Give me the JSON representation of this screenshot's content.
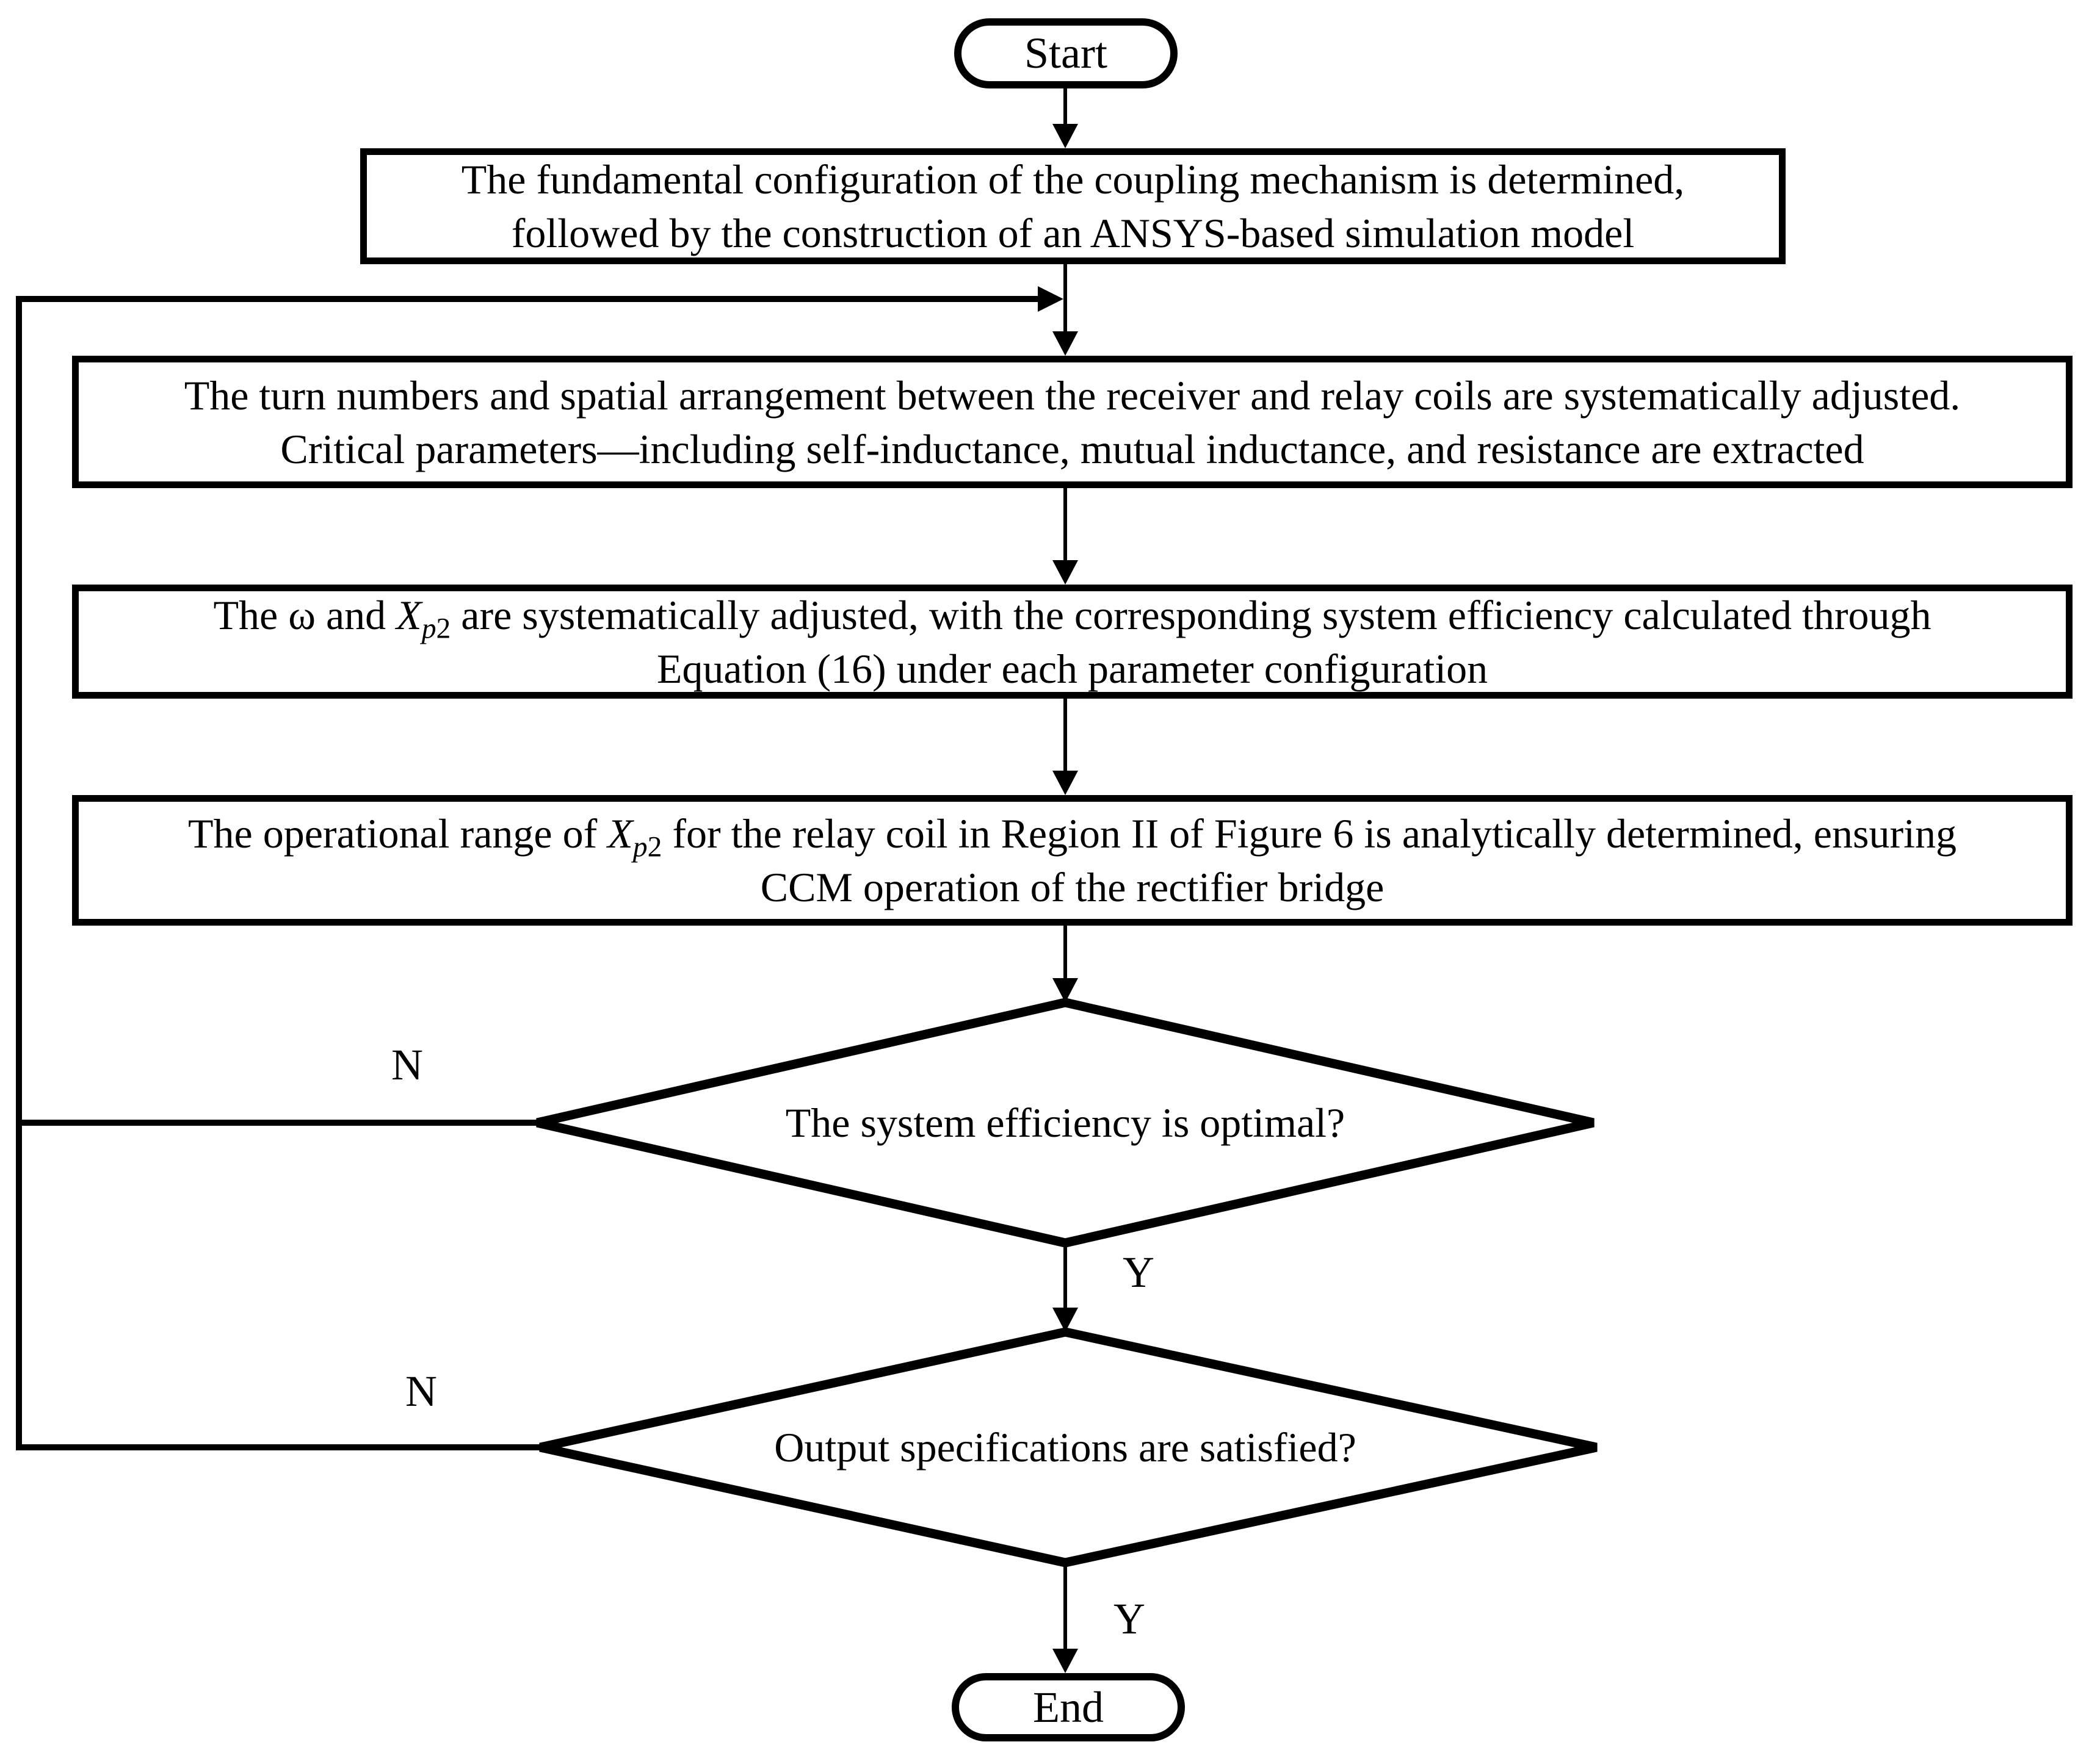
{
  "colors": {
    "ink": "#000000",
    "paper": "#ffffff"
  },
  "flowchart": {
    "start": {
      "label": "Start"
    },
    "process1": {
      "lines": [
        "The fundamental configuration of the coupling mechanism is determined,",
        "followed by the construction of an ANSYS-based simulation model"
      ]
    },
    "process2": {
      "lines": [
        "The turn numbers and spatial arrangement between the receiver and relay coils are systematically adjusted.",
        "Critical parameters—including self-inductance, mutual inductance, and resistance are extracted"
      ]
    },
    "process3": {
      "line1": {
        "pre": "The ω and ",
        "var": "X",
        "sub_italic": "p",
        "sub_num": "2",
        "post": " are systematically adjusted, with the corresponding system efficiency calculated through"
      },
      "line2": "Equation (16) under each parameter configuration"
    },
    "process4": {
      "line1": {
        "pre": "The operational range of ",
        "var": "X",
        "sub_italic": "p",
        "sub_num": "2",
        "post": " for the relay coil in Region II of Figure 6 is analytically determined, ensuring"
      },
      "line2": "CCM operation of the rectifier bridge"
    },
    "decision1": {
      "label": "The system efficiency is optimal?"
    },
    "decision2": {
      "label": "Output specifications are satisfied?"
    },
    "end": {
      "label": "End"
    },
    "branches": {
      "decision1_no": "N",
      "decision1_yes": "Y",
      "decision2_no": "N",
      "decision2_yes": "Y"
    }
  }
}
